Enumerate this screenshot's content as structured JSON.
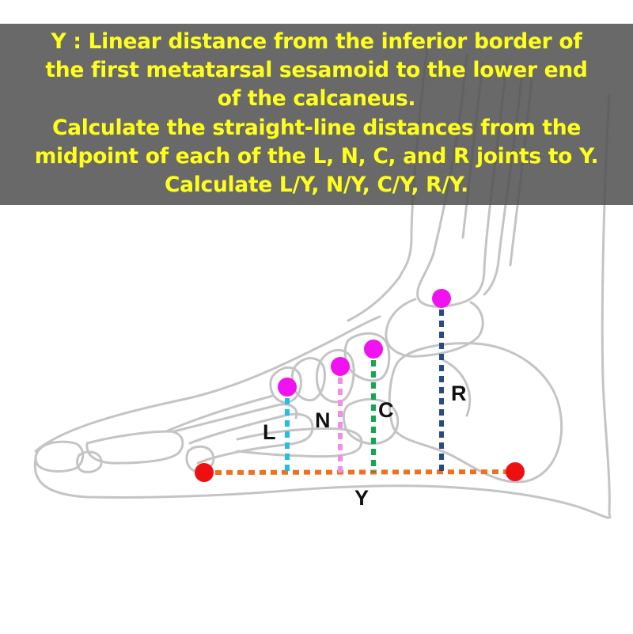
{
  "caption": {
    "lines": [
      "Y : Linear distance from the inferior border of",
      "the first metatarsal sesamoid to the lower end",
      "of the calcaneus.",
      "Calculate the straight-line distances from the",
      "midpoint of each of the L, N, C, and R joints to Y.",
      "Calculate L/Y, N/Y, C/Y, R/Y."
    ],
    "text_color": "#ffff1e",
    "background_color": "#505050"
  },
  "labels": {
    "L": "L",
    "N": "N",
    "C": "C",
    "R": "R",
    "Y": "Y"
  },
  "colors": {
    "L": "#1ec0ea",
    "N": "#f48cf0",
    "C": "#10a850",
    "R": "#274b84",
    "Y": "#f07020",
    "joint_point": "#f012f0",
    "end_point": "#ee1010",
    "bone_outline": "#c4c4c4"
  }
}
